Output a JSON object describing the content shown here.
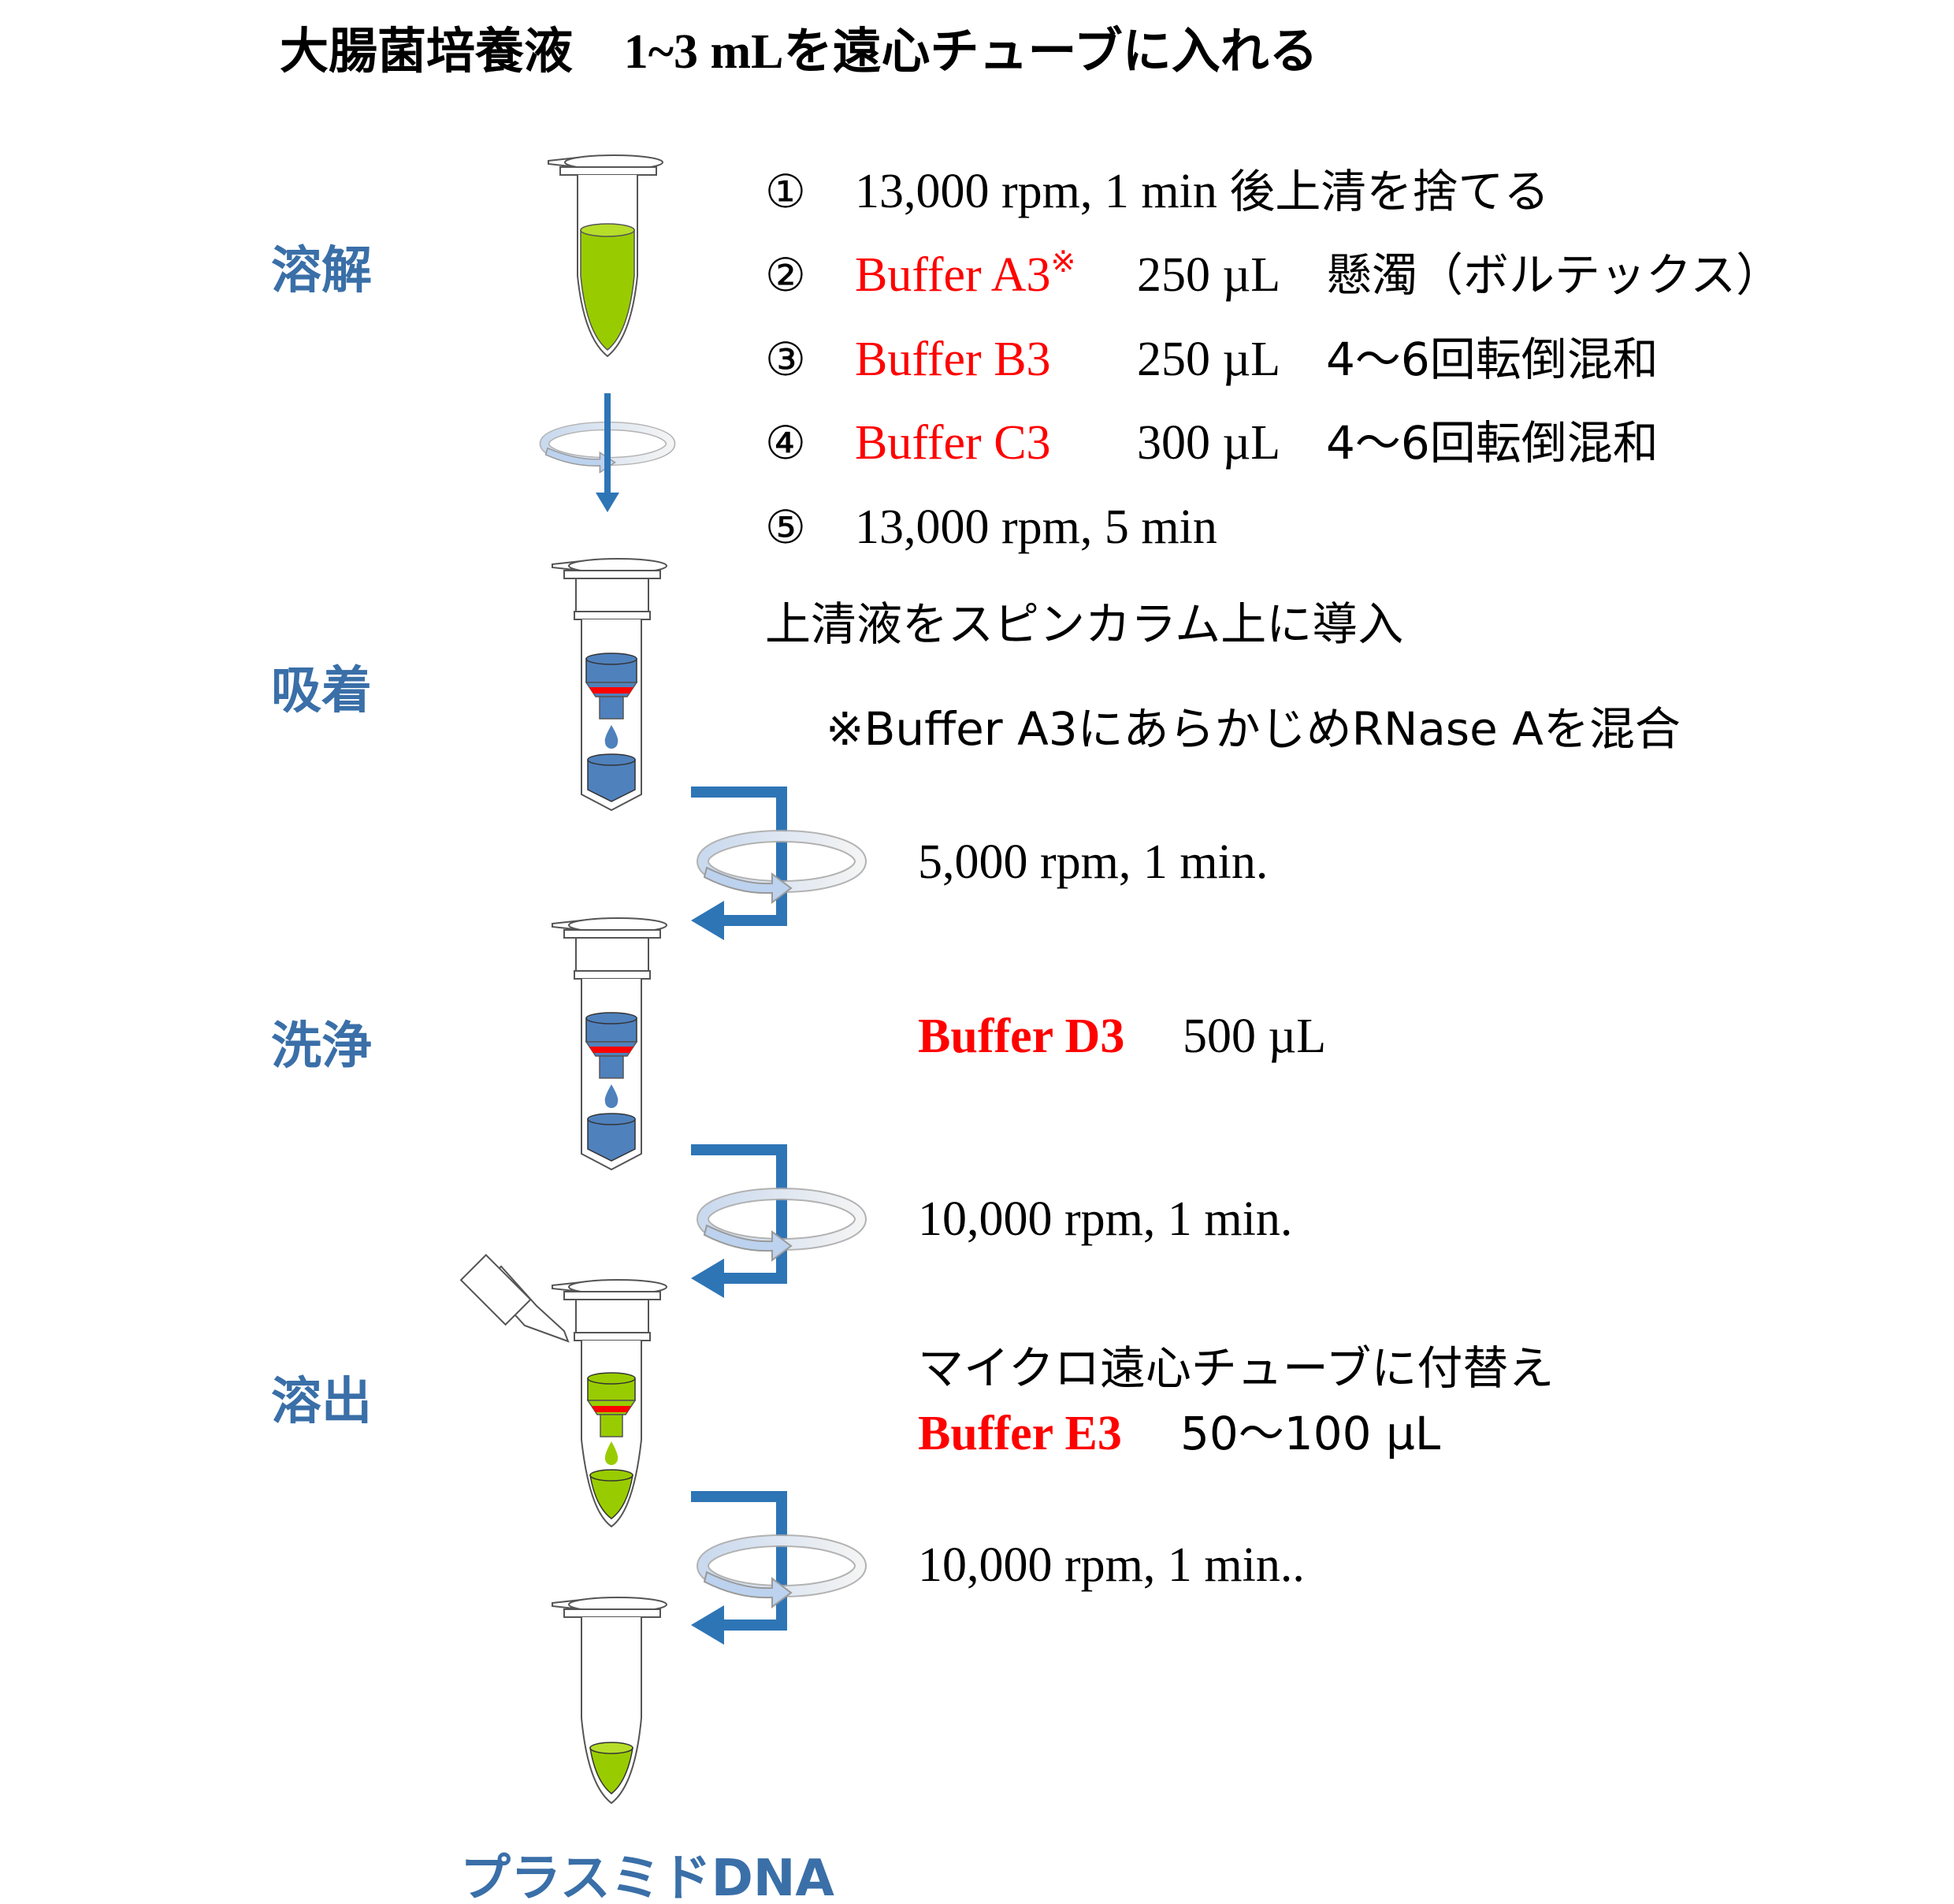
{
  "title": {
    "main": "大腸菌培養液",
    "volume": "1~3 mL",
    "action": "を遠心チューブに入れる"
  },
  "stages": {
    "lysis": "溶解",
    "binding": "吸着",
    "wash": "洗浄",
    "elution": "溶出"
  },
  "lysis_steps": [
    {
      "num": "①",
      "text": "13,000 rpm,  1 min",
      "desc": "後上清を捨てる"
    },
    {
      "num": "②",
      "buffer": "Buffer A3",
      "mark": "※",
      "volume": "250 µL",
      "desc": "懸濁（ボルテックス）"
    },
    {
      "num": "③",
      "buffer": "Buffer B3",
      "volume": "250 µL",
      "desc": "4〜6回転倒混和"
    },
    {
      "num": "④",
      "buffer": "Buffer C3",
      "volume": "300 µL",
      "desc": "4〜6回転倒混和"
    },
    {
      "num": "⑤",
      "text": "13,000 rpm,  5 min"
    }
  ],
  "binding": {
    "instruction": "上清液をスピンカラム上に導入",
    "note": "※Buffer A3にあらかじめRNase Aを混合"
  },
  "spin1": "5,000 rpm, 1 min.",
  "wash": {
    "buffer": "Buffer D3",
    "volume": "500 µL"
  },
  "spin2": "10,000 rpm, 1 min.",
  "elution": {
    "instruction": "マイクロ遠心チューブに付替え",
    "buffer": "Buffer E3",
    "volume": "50〜100 µL"
  },
  "spin3": "10,000 rpm, 1 min..",
  "result": "プラスミドDNA",
  "colors": {
    "label_blue": "#3a6fa8",
    "arrow_blue": "#2e75b6",
    "buffer_red": "#ff0000",
    "liquid_green": "#99cc00",
    "column_blue": "#4f81bd"
  }
}
